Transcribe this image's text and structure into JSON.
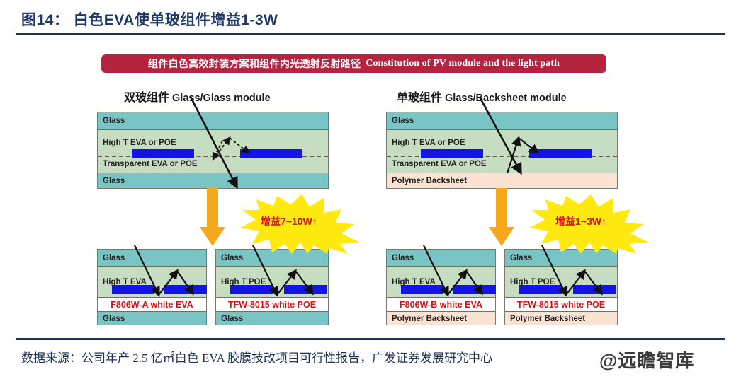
{
  "title": "图14： 白色EVA使单玻组件增益1-3W",
  "banner": {
    "cn": "组件白色高效封装方案和组件内光透射反射路径",
    "en": "Constitution of  PV module and the light path"
  },
  "columns": {
    "left": {
      "cn": "双玻组件",
      "en": "Glass/Glass module"
    },
    "right": {
      "cn": "单玻组件",
      "en": "Glass/Backsheet module"
    }
  },
  "stacks": {
    "top_left": {
      "layers": [
        "Glass",
        "High T EVA or POE",
        "Transparent EVA or POE",
        "Glass"
      ]
    },
    "top_right": {
      "layers": [
        "Glass",
        "High T EVA or POE",
        "Transparent EVA or POE",
        "Polymer Backsheet"
      ]
    },
    "bottom_1": {
      "layers": [
        "Glass",
        "High T EVA",
        "F806W-A white EVA",
        "Glass"
      ]
    },
    "bottom_2": {
      "layers": [
        "Glass",
        "High T POE",
        "TFW-8015 white POE",
        "Glass"
      ]
    },
    "bottom_3": {
      "layers": [
        "Glass",
        "High T EVA",
        "F806W-B white EVA",
        "Polymer Backsheet"
      ]
    },
    "bottom_4": {
      "layers": [
        "Glass",
        "High T POE",
        "TFW-8015 white POE",
        "Polymer Backsheet"
      ]
    }
  },
  "gains": {
    "left": "增益7~10W↑",
    "right": "增益1~3W↑"
  },
  "footer": "数据来源：公司年产 2.5 亿㎡白色 EVA 胶膜技改项目可行性报告，广发证券发展研究中心",
  "watermark": "@远瞻智库",
  "colors": {
    "title": "#1f3864",
    "banner_bg": "#b5243f",
    "glass": "#79c4c4",
    "eva": "#c7ddc2",
    "backsheet": "#fae3d2",
    "cell": "#1414e6",
    "product_text": "#d80f16",
    "burst": "#ffe911",
    "arrow": "#f5a81c"
  }
}
